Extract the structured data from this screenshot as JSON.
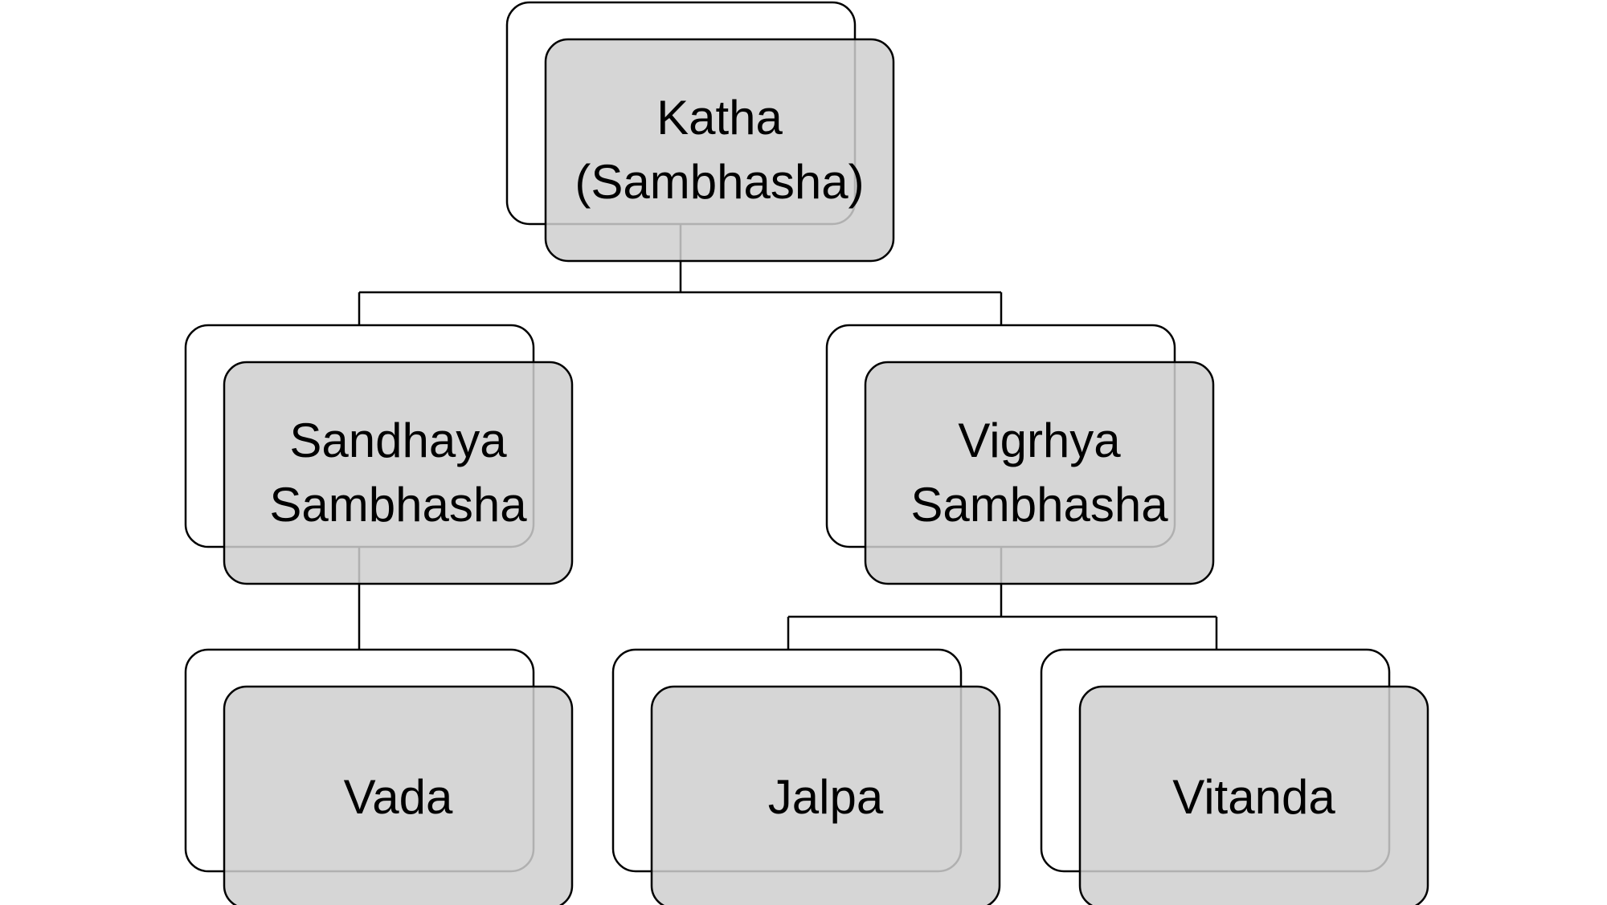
{
  "nodes": {
    "katha": "Katha\n(Sambhasha)",
    "sandhaya": "Sandhaya\nSambhasha",
    "vigrhya": "Vigrhya\nSambhasha",
    "vada": "Vada",
    "jalpa": "Jalpa",
    "vitanda": "Vitanda"
  },
  "colors": {
    "node_fill": "#cfcfcf",
    "stroke": "#000000"
  }
}
